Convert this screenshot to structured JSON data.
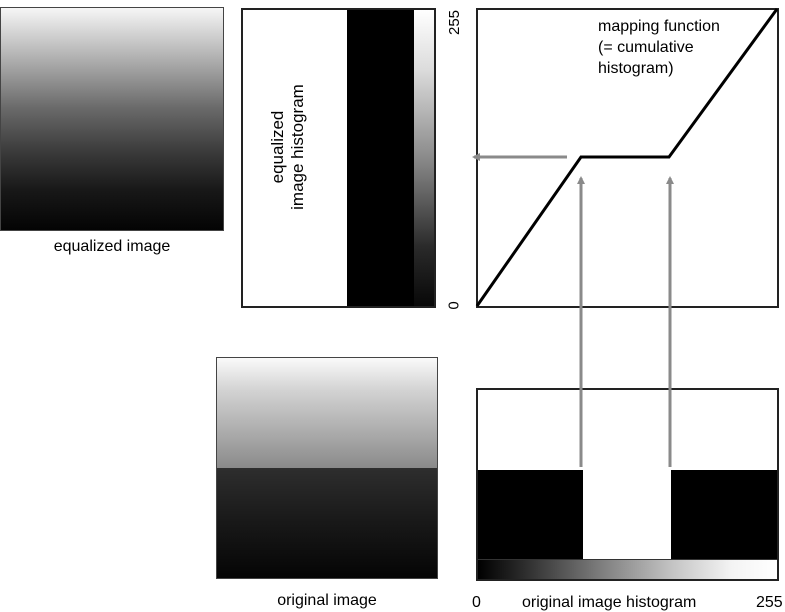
{
  "panels": {
    "equalized_image": {
      "caption": "equalized image"
    },
    "equalized_histogram": {
      "label_line1": "equalized",
      "label_line2": "image histogram",
      "tick_max": "255",
      "tick_min": "0"
    },
    "mapping_function": {
      "label": "mapping function\n(= cumulative\nhistogram)"
    },
    "original_image": {
      "caption": "original image"
    },
    "original_histogram": {
      "caption": "original image histogram",
      "tick_min": "0",
      "tick_max": "255"
    }
  },
  "colors": {
    "arrow": "#8a8a8a",
    "curve": "#000000",
    "frame": "#222222"
  },
  "chart_data": [
    {
      "type": "line",
      "title": "mapping function (= cumulative histogram)",
      "x": [
        0,
        90,
        165,
        255
      ],
      "y": [
        0,
        128,
        128,
        255
      ],
      "xlim": [
        0,
        255
      ],
      "ylim": [
        0,
        255
      ],
      "grid": false
    },
    {
      "type": "bar",
      "title": "original image histogram",
      "categories": [
        "0-90",
        "90-165",
        "165-255"
      ],
      "values": [
        1,
        0,
        1
      ],
      "xlabel": "original image histogram",
      "xlim": [
        0,
        255
      ]
    },
    {
      "type": "bar",
      "title": "equalized image histogram",
      "orientation": "horizontal",
      "categories": [
        "0-255"
      ],
      "values": [
        1
      ],
      "ylim": [
        0,
        255
      ]
    }
  ]
}
